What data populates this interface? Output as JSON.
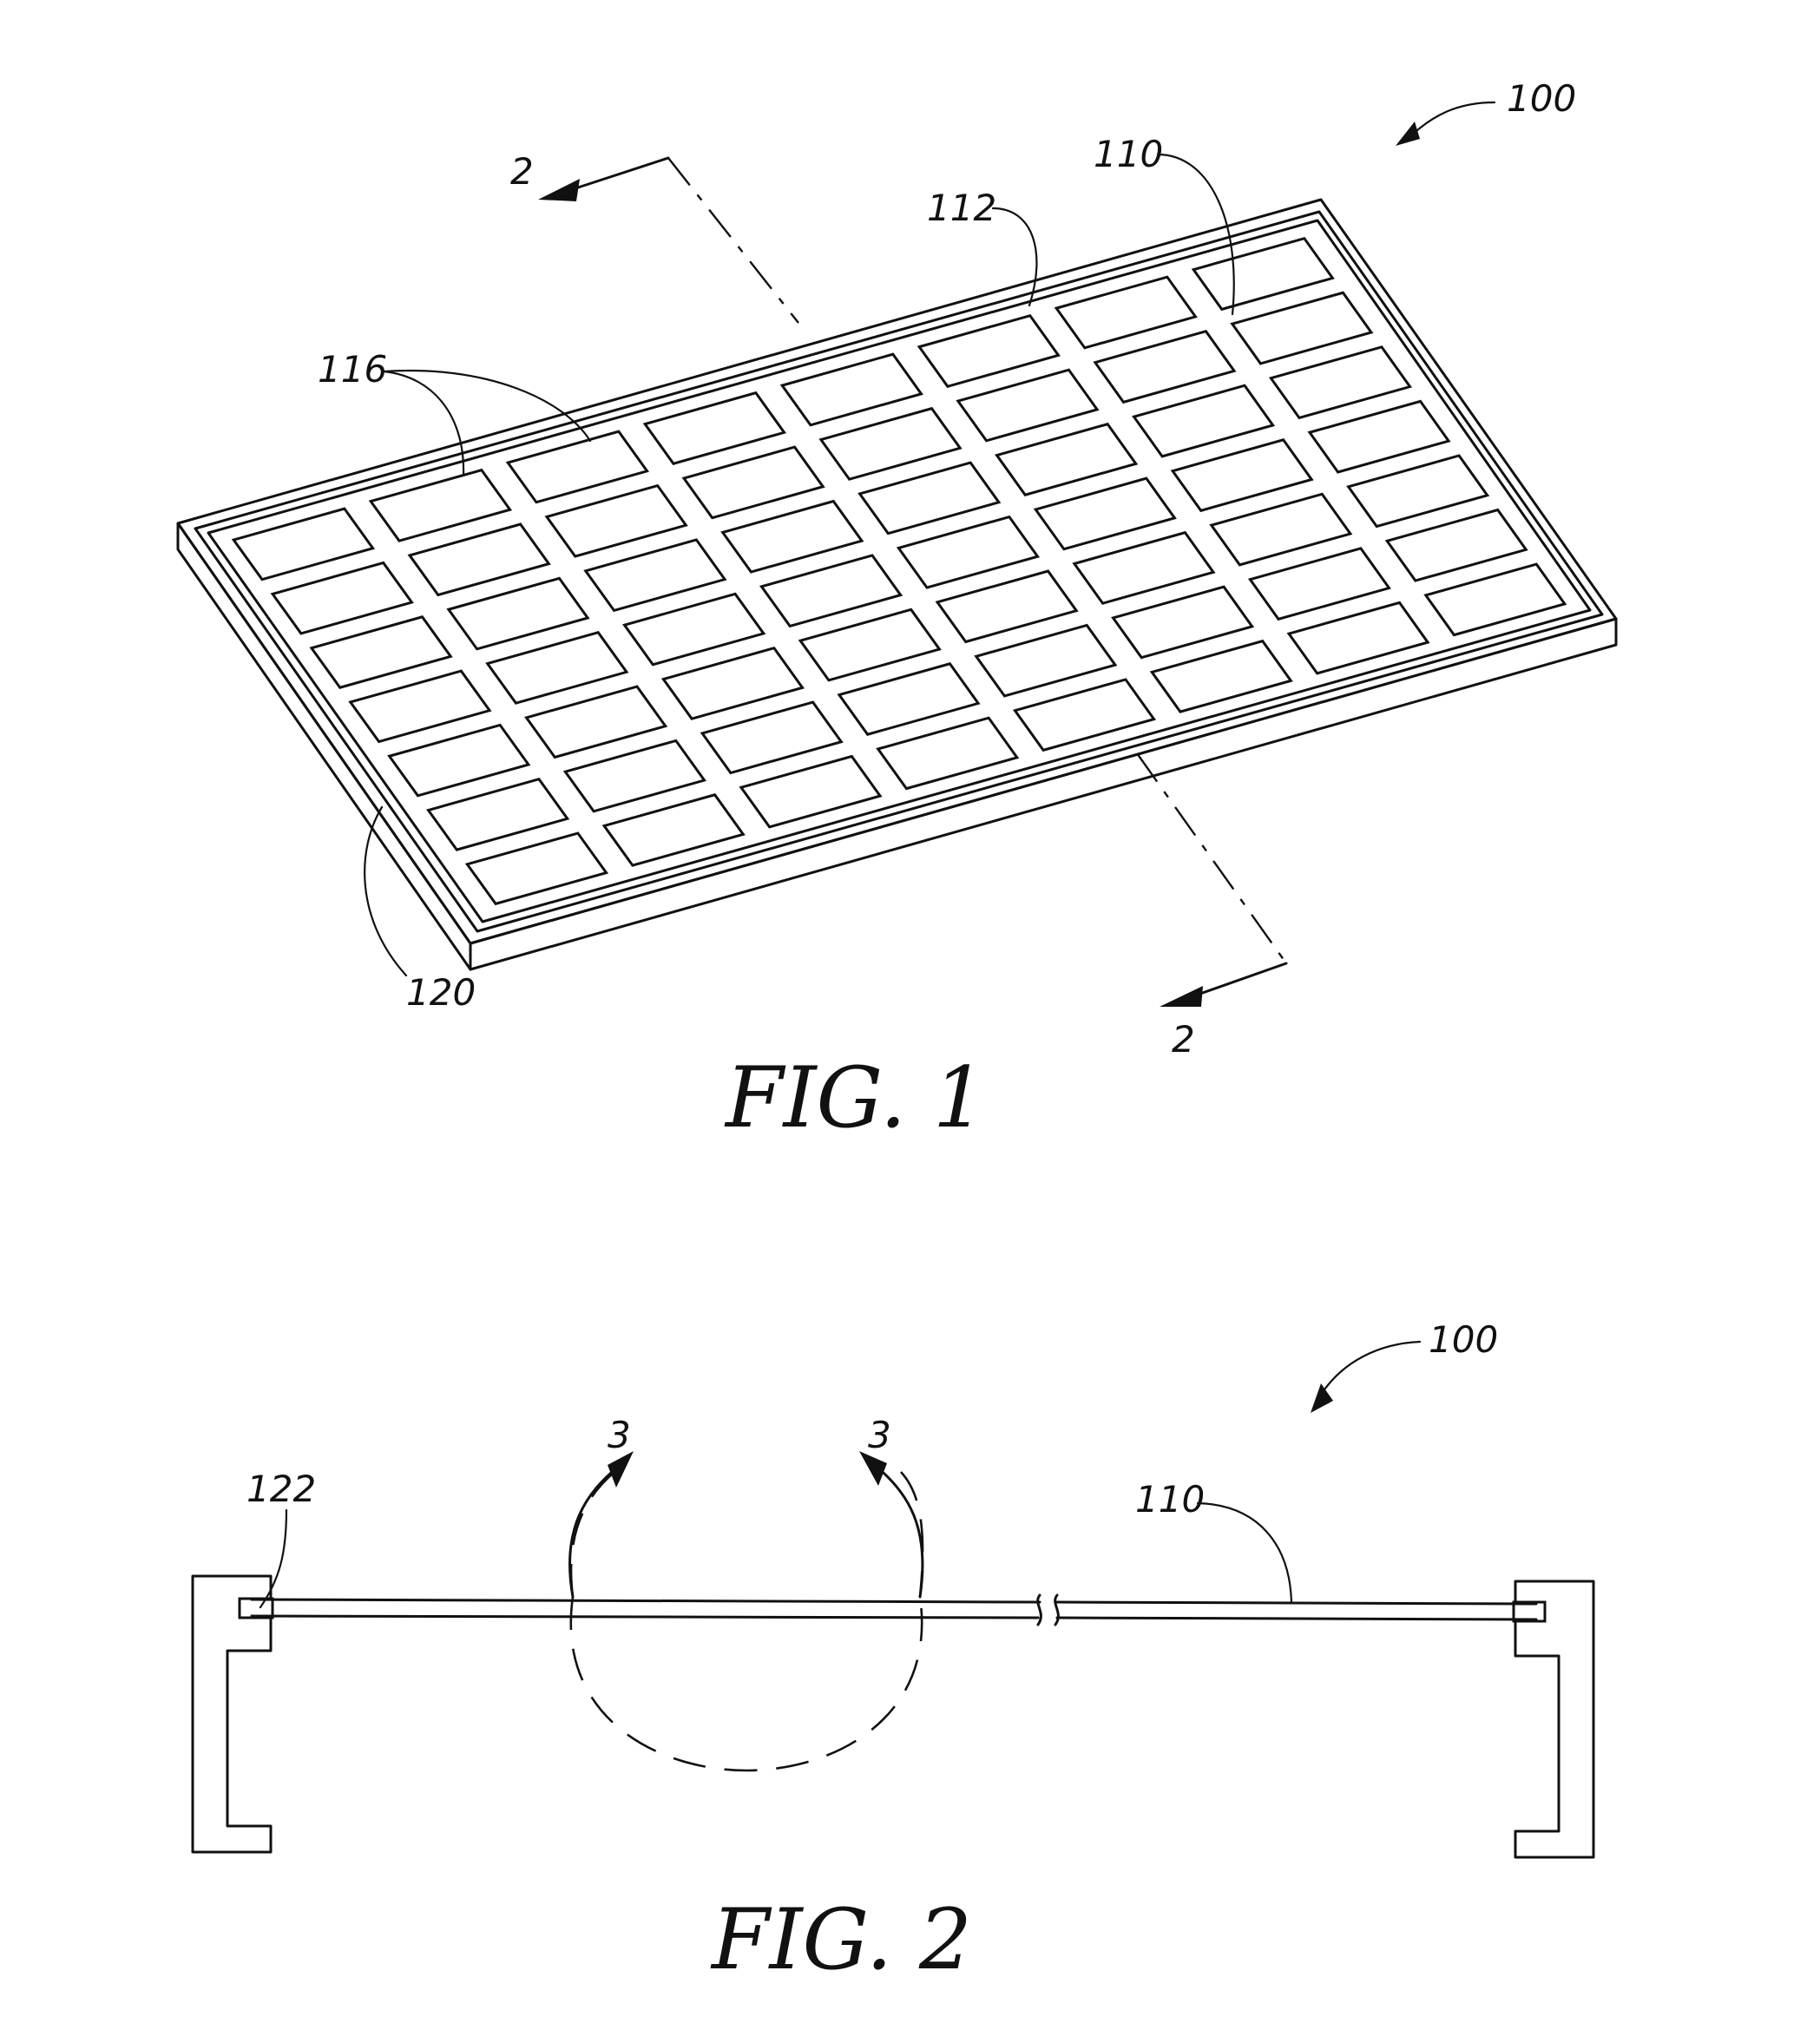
{
  "figure1": {
    "caption": "FIG. 1",
    "labels": {
      "assembly": "100",
      "frame_ref": "110",
      "edge_ref": "112",
      "cell_ref": "116",
      "side_ref": "120",
      "section_top": "2",
      "section_bottom": "2"
    },
    "grid": {
      "rows": 7,
      "columns": 8
    }
  },
  "figure2": {
    "caption": "FIG. 2",
    "labels": {
      "assembly": "100",
      "frame_ref": "110",
      "groove_ref": "122",
      "detail_left": "3",
      "detail_right": "3"
    }
  },
  "colors": {
    "ink": "#111111",
    "paper": "#ffffff"
  }
}
